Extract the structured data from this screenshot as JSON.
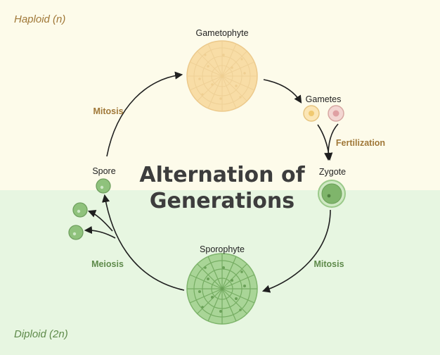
{
  "title": {
    "line1": "Alternation of",
    "line2": "Generations"
  },
  "phases": {
    "haploid": "Haploid (n)",
    "diploid": "Diploid (2n)"
  },
  "stages": {
    "gametophyte": "Gametophyte",
    "gametes": "Gametes",
    "zygote": "Zygote",
    "sporophyte": "Sporophyte",
    "spore": "Spore"
  },
  "processes": {
    "mitosis_top": "Mitosis",
    "fertilization": "Fertilization",
    "mitosis_bottom": "Mitosis",
    "meiosis": "Meiosis"
  },
  "colors": {
    "haploid_bg": "#fdfbea",
    "diploid_bg": "#e7f6e1",
    "haploid_text": "#a07838",
    "diploid_text": "#5e8a4a",
    "arrow": "#1f1f1f"
  }
}
